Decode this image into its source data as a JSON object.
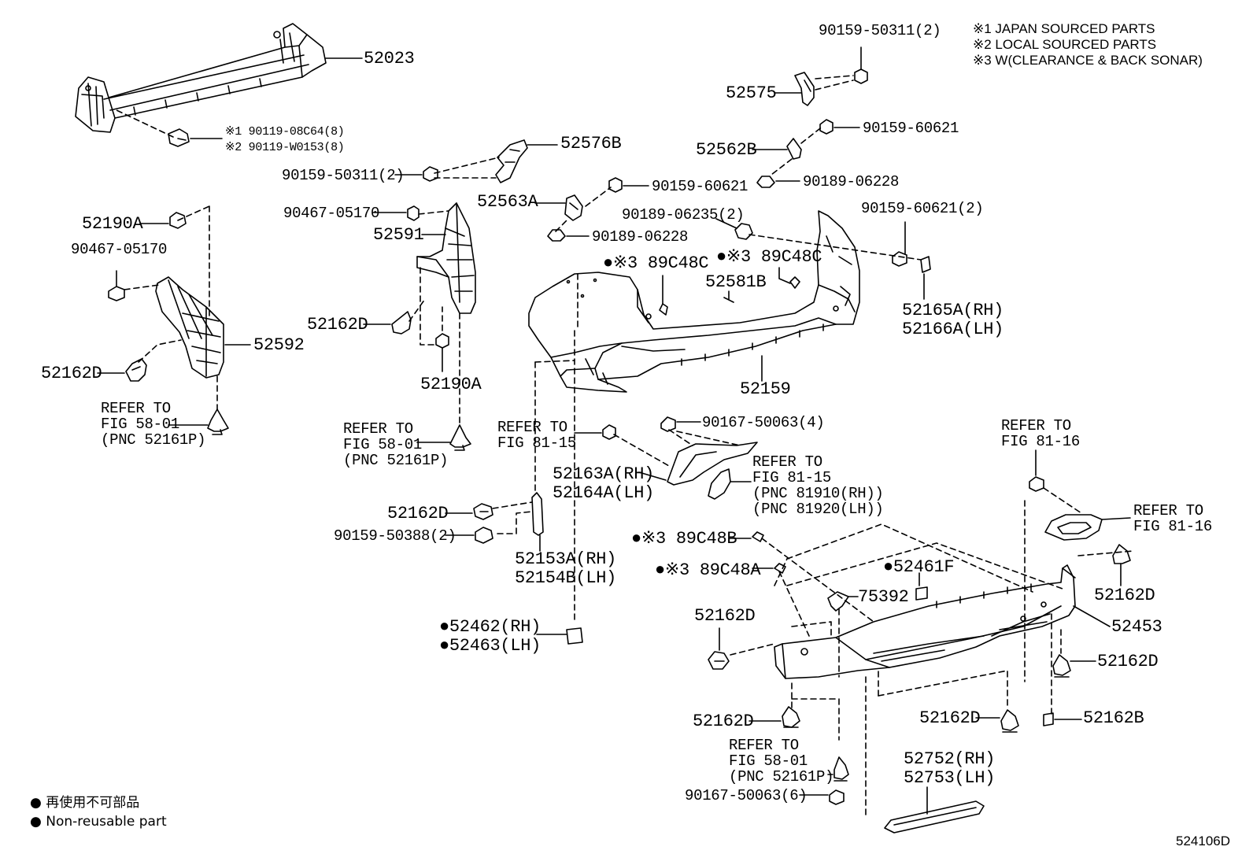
{
  "notes": [
    "※1  JAPAN SOURCED PARTS",
    "※2  LOCAL SOURCED PARTS",
    "※3  W(CLEARANCE & BACK SONAR)"
  ],
  "legend": {
    "jp": "● 再使用不可部品",
    "en": "● Non-reusable part"
  },
  "figure_id": "524106D",
  "parts": {
    "p52023": "52023",
    "p90119_08c64": "※1 90119-08C64(8)",
    "p90119_w0153": "※2 90119-W0153(8)",
    "p52190a_l": "52190A",
    "p90467_l": "90467-05170",
    "p52162d_a": "52162D",
    "p52592": "52592",
    "ref1_a": "REFER TO",
    "ref1_b": "FIG 58-01",
    "ref1_c": "(PNC 52161P)",
    "p90159_50311_a": "90159-50311(2)",
    "p90467_m": "90467-05170",
    "p52591": "52591",
    "p52162d_b": "52162D",
    "p52190a_m": "52190A",
    "ref2_a": "REFER TO",
    "ref2_b": "FIG 58-01",
    "ref2_c": "(PNC 52161P)",
    "p52576b": "52576B",
    "p52563a": "52563A",
    "p90159_60621_a": "90159-60621",
    "p90189_06228_a": "90189-06228",
    "p89c48c_a": "●※3 89C48C",
    "p90159_50311_b": "90159-50311(2)",
    "p52575": "52575",
    "p52562b": "52562B",
    "p90159_60621_b": "90159-60621",
    "p90189_06228_b": "90189-06228",
    "p90189_06235": "90189-06235(2)",
    "p89c48c_b": "●※3 89C48C",
    "p52581b": "52581B",
    "p90159_60621_c": "90159-60621(2)",
    "p52165a": "52165A(RH)",
    "p52166a": "52166A(LH)",
    "p52159": "52159",
    "ref3_a": "REFER TO",
    "ref3_b": "FIG 81-15",
    "p90167_50063_a": "90167-50063(4)",
    "ref4_a": "REFER TO",
    "ref4_b": "FIG 81-15",
    "ref4_c": "(PNC 81910(RH))",
    "ref4_d": "(PNC 81920(LH))",
    "p52163a": "52163A(RH)",
    "p52164a": "52164A(LH)",
    "p52162d_c": "52162D",
    "p90159_50388": "90159-50388(2)",
    "p52153a": "52153A(RH)",
    "p52154b": "52154B(LH)",
    "p52462": "●52462(RH)",
    "p52463": "●52463(LH)",
    "ref5_a": "REFER TO",
    "ref5_b": "FIG 81-16",
    "ref6_a": "REFER TO",
    "ref6_b": "FIG 81-16",
    "p89c48b": "●※3 89C48B",
    "p89c48a": "●※3 89C48A",
    "p52461f": "●52461F",
    "p75392": "75392",
    "p52162d_d": "52162D",
    "p52453": "52453",
    "p52162d_e": "52162D",
    "p52162d_f": "52162D",
    "p52162d_g": "52162D",
    "p52162d_h": "52162D",
    "p52162b": "52162B",
    "ref7_a": "REFER TO",
    "ref7_b": "FIG 58-01",
    "ref7_c": "(PNC 52161P)",
    "p90167_50063_b": "90167-50063(6)",
    "p52752": "52752(RH)",
    "p52753": "52753(LH)"
  }
}
